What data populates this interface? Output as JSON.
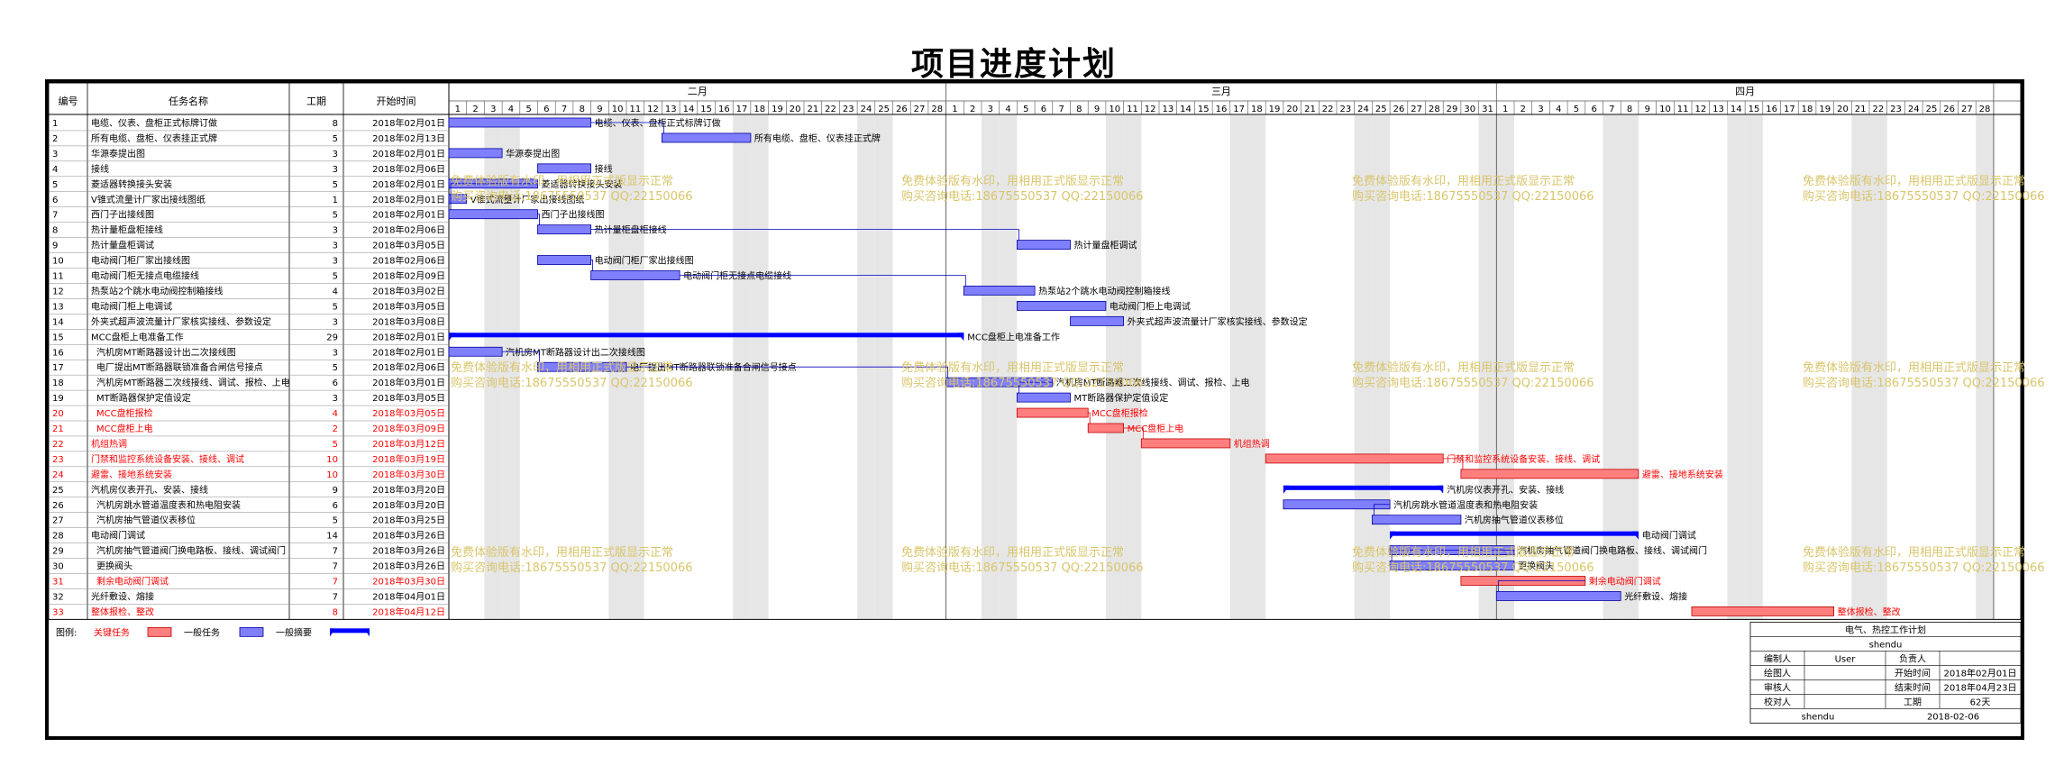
{
  "title": "项目进度计划",
  "columns": [
    "编号",
    "任务名称",
    "工期",
    "开始时间"
  ],
  "months": [
    "二月",
    "三月",
    "四月"
  ],
  "month_days": [
    28,
    31,
    28
  ],
  "tasks": [
    {
      "id": "1",
      "name": "电缆、仪表、盘柜正式标牌订做",
      "dur": 8,
      "start": "2018年02月01日",
      "s": 1,
      "kind": "task",
      "label": "电缆、仪表、盘柜正式标牌订做"
    },
    {
      "id": "2",
      "name": "所有电缆、盘柜、仪表挂正式牌",
      "dur": 5,
      "start": "2018年02月13日",
      "s": 13,
      "kind": "task",
      "label": "所有电缆、盘柜、仪表挂正式牌"
    },
    {
      "id": "3",
      "name": "华源泰提出图",
      "dur": 3,
      "start": "2018年02月01日",
      "s": 1,
      "kind": "task",
      "label": "华源泰提出图"
    },
    {
      "id": "4",
      "name": "接线",
      "dur": 3,
      "start": "2018年02月06日",
      "s": 6,
      "kind": "task",
      "label": "接线"
    },
    {
      "id": "5",
      "name": "菱适器转换接头安装",
      "dur": 5,
      "start": "2018年02月01日",
      "s": 1,
      "kind": "task",
      "label": "菱适器转换接头安装"
    },
    {
      "id": "6",
      "name": "V锥式流量计厂家出接线图纸",
      "dur": 1,
      "start": "2018年02月01日",
      "s": 1,
      "kind": "task",
      "label": "V锥式流量计厂家出接线图纸"
    },
    {
      "id": "7",
      "name": "西门子出接线图",
      "dur": 5,
      "start": "2018年02月01日",
      "s": 1,
      "kind": "task",
      "label": "西门子出接线图"
    },
    {
      "id": "8",
      "name": "热计量柜盘柜接线",
      "dur": 3,
      "start": "2018年02月06日",
      "s": 6,
      "kind": "task",
      "label": "热计量柜盘柜接线"
    },
    {
      "id": "9",
      "name": "热计量盘柜调试",
      "dur": 3,
      "start": "2018年03月05日",
      "s": 33,
      "kind": "task",
      "label": "热计量盘柜调试"
    },
    {
      "id": "10",
      "name": "电动阀门柜厂家出接线图",
      "dur": 3,
      "start": "2018年02月06日",
      "s": 6,
      "kind": "task",
      "label": "电动阀门柜厂家出接线图"
    },
    {
      "id": "11",
      "name": "电动阀门柜无接点电缆接线",
      "dur": 5,
      "start": "2018年02月09日",
      "s": 9,
      "kind": "task",
      "label": "电动阀门柜无接点电缆接线"
    },
    {
      "id": "12",
      "name": "热泵站2个跳水电动阀控制箱接线",
      "dur": 4,
      "start": "2018年03月02日",
      "s": 30,
      "kind": "task",
      "label": "热泵站2个跳水电动阀控制箱接线"
    },
    {
      "id": "13",
      "name": "电动阀门柜上电调试",
      "dur": 5,
      "start": "2018年03月05日",
      "s": 33,
      "kind": "task",
      "label": "电动阀门柜上电调试"
    },
    {
      "id": "14",
      "name": "外夹式超声波流量计厂家核实接线、参数设定",
      "dur": 3,
      "start": "2018年03月08日",
      "s": 36,
      "kind": "task",
      "label": "外夹式超声波流量计厂家核实接线、参数设定"
    },
    {
      "id": "15",
      "name": "MCC盘柜上电准备工作",
      "dur": 29,
      "start": "2018年02月01日",
      "s": 1,
      "kind": "summary",
      "label": "MCC盘柜上电准备工作"
    },
    {
      "id": "16",
      "name": "汽机房MT断路器设计出二次接线图",
      "dur": 3,
      "start": "2018年02月01日",
      "s": 1,
      "kind": "task",
      "label": "汽机房MT断路器设计出二次接线图",
      "indent": true
    },
    {
      "id": "17",
      "name": "电厂提出MT断路器联锁准备合闸信号接点",
      "dur": 5,
      "start": "2018年02月06日",
      "s": 6,
      "kind": "task",
      "label": "电厂提出MT断路器联锁准备合闸信号接点",
      "indent": true
    },
    {
      "id": "18",
      "name": "汽机房MT断路器二次线接线、调试、报检、上电",
      "dur": 6,
      "start": "2018年03月01日",
      "s": 29,
      "kind": "task",
      "label": "汽机房MT断路器二次线接线、调试、报检、上电",
      "indent": true
    },
    {
      "id": "19",
      "name": "MT断路器保护定值设定",
      "dur": 3,
      "start": "2018年03月05日",
      "s": 33,
      "kind": "task",
      "label": "MT断路器保护定值设定",
      "indent": true
    },
    {
      "id": "20",
      "name": "MCC盘柜报检",
      "dur": 4,
      "start": "2018年03月05日",
      "s": 33,
      "kind": "critical",
      "label": "MCC盘柜报检",
      "indent": true
    },
    {
      "id": "21",
      "name": "MCC盘柜上电",
      "dur": 2,
      "start": "2018年03月09日",
      "s": 37,
      "kind": "critical",
      "label": "MCC盘柜上电",
      "indent": true
    },
    {
      "id": "22",
      "name": "机组热调",
      "dur": 5,
      "start": "2018年03月12日",
      "s": 40,
      "kind": "critical",
      "label": "机组热调"
    },
    {
      "id": "23",
      "name": "门禁和监控系统设备安装、接线、调试",
      "dur": 10,
      "start": "2018年03月19日",
      "s": 47,
      "kind": "critical",
      "label": "门禁和监控系统设备安装、接线、调试"
    },
    {
      "id": "24",
      "name": "避雷、接地系统安装",
      "dur": 10,
      "start": "2018年03月30日",
      "s": 58,
      "kind": "critical",
      "label": "避雷、接地系统安装"
    },
    {
      "id": "25",
      "name": "汽机房仪表开孔、安装、接线",
      "dur": 9,
      "start": "2018年03月20日",
      "s": 48,
      "kind": "summary",
      "label": "汽机房仪表开孔、安装、接线"
    },
    {
      "id": "26",
      "name": "汽机房跳水管道温度表和热电阻安装",
      "dur": 6,
      "start": "2018年03月20日",
      "s": 48,
      "kind": "task",
      "label": "汽机房跳水管道温度表和热电阻安装",
      "indent": true
    },
    {
      "id": "27",
      "name": "汽机房抽气管道仪表移位",
      "dur": 5,
      "start": "2018年03月25日",
      "s": 53,
      "kind": "task",
      "label": "汽机房抽气管道仪表移位",
      "indent": true
    },
    {
      "id": "28",
      "name": "电动阀门调试",
      "dur": 14,
      "start": "2018年03月26日",
      "s": 54,
      "kind": "summary",
      "label": "电动阀门调试"
    },
    {
      "id": "29",
      "name": "汽机房抽气管道阀门换电路板、接线、调试阀门",
      "dur": 7,
      "start": "2018年03月26日",
      "s": 54,
      "kind": "task",
      "label": "汽机房抽气管道阀门换电路板、接线、调试阀门",
      "indent": true
    },
    {
      "id": "30",
      "name": "更换阀头",
      "dur": 7,
      "start": "2018年03月26日",
      "s": 54,
      "kind": "task",
      "label": "更换阀头",
      "indent": true
    },
    {
      "id": "31",
      "name": "剩余电动阀门调试",
      "dur": 7,
      "start": "2018年03月30日",
      "s": 58,
      "kind": "critical",
      "label": "剩余电动阀门调试",
      "indent": true
    },
    {
      "id": "32",
      "name": "光纤敷设、熔接",
      "dur": 7,
      "start": "2018年04月01日",
      "s": 60,
      "kind": "task",
      "label": "光纤敷设、熔接"
    },
    {
      "id": "33",
      "name": "整体报检、整改",
      "dur": 8,
      "start": "2018年04月12日",
      "s": 71,
      "kind": "critical",
      "label": "整体报检、整改"
    }
  ],
  "watermark": [
    "免费体验版有水印，用相用正式版显示正常",
    "购买咨询电话:18675550537 QQ:22150066"
  ],
  "legend": {
    "label": "图例:",
    "critical": "关键任务",
    "task": "一般任务",
    "summary": "一般摘要"
  },
  "info": {
    "project": "电气、热控工作计划",
    "org": "shendu",
    "rows": [
      [
        "编制人",
        "User",
        "负责人",
        ""
      ],
      [
        "绘图人",
        "",
        "开始时间",
        "2018年02月01日"
      ],
      [
        "审核人",
        "",
        "结束时间",
        "2018年04月23日"
      ],
      [
        "校对人",
        "",
        "工期",
        "62天"
      ]
    ],
    "footer_left": "shendu",
    "footer_right": "2018-02-06"
  },
  "colors": {
    "critical": "#ff7f7f",
    "task": "#8080ff",
    "summary": "#0000ff",
    "grid": "#b0b0b0",
    "critical_text": "#ff0000",
    "watermark": "#d9c56a"
  },
  "chart_data": {
    "type": "gantt",
    "title": "项目进度计划",
    "x_unit": "day",
    "x_start": "2018-02-01",
    "months": [
      "二月",
      "三月",
      "四月"
    ]
  }
}
